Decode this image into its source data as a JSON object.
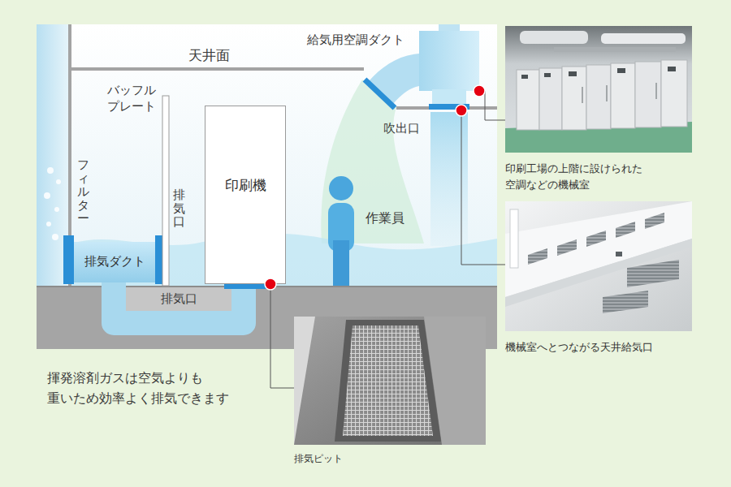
{
  "diagram": {
    "nodes": [
      {
        "text": [
          "印刷機"
        ]
      },
      {
        "text": [
          "排気ダクト"
        ]
      },
      {
        "text": [
          "排気ピット"
        ]
      },
      {
        "text": [
          "印刷工場の上階に設けられた 空調などの機械室"
        ]
      },
      {
        "text": [
          "機械室へとつながる天井給気口"
        ]
      }
    ],
    "labels": [
      "天井面",
      "給気用空調ダクト",
      "バッフル プレート",
      "フィルター",
      "排気口",
      "作業員",
      "吹出口",
      "排気口",
      "揮発溶剤ガスは空気よりも 重いため効率よく排気できます"
    ]
  }
}
